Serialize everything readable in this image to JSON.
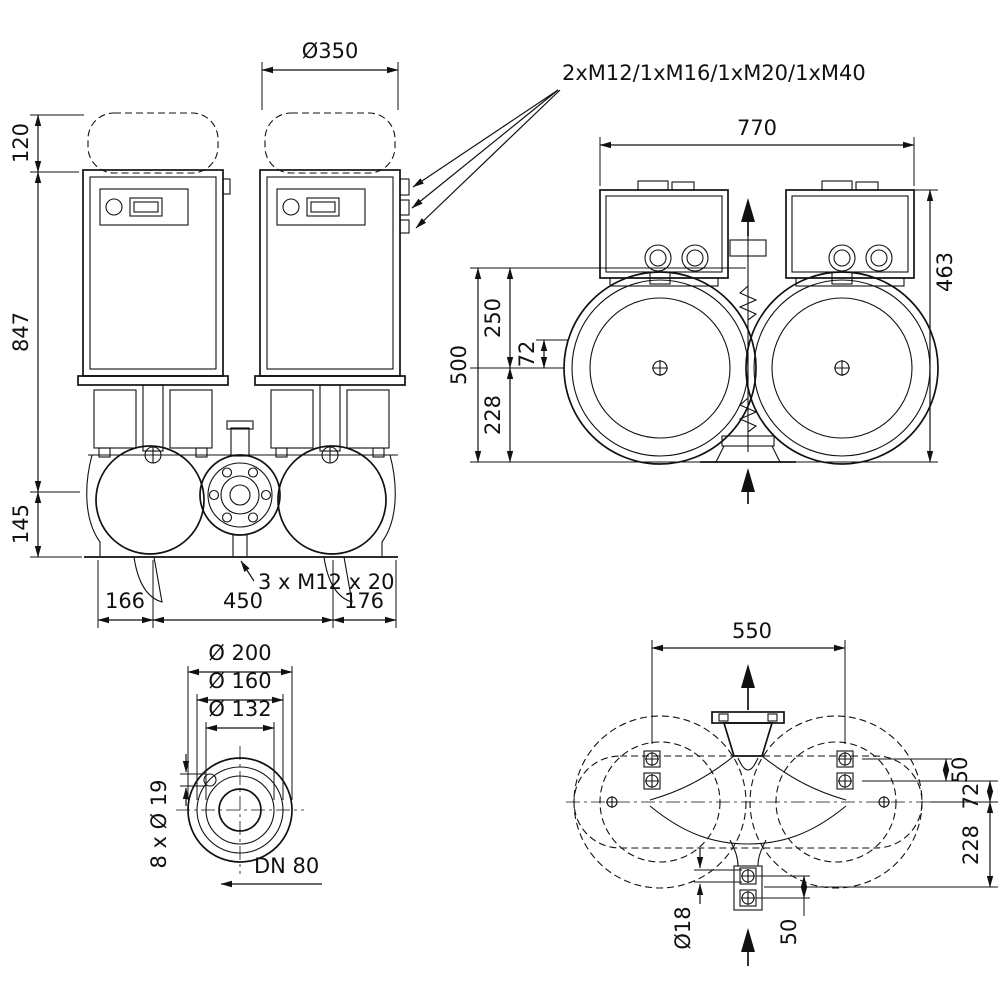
{
  "drawing": {
    "background": "#ffffff",
    "line_color": "#111111"
  },
  "callouts": {
    "cable_glands": "2xM12/1xM16/1xM20/1xM40",
    "impeller_screws": "3 x M12 x 20"
  },
  "front_view": {
    "motor_diameter": "Ø350",
    "module_height": "120",
    "height_above_axis": "847",
    "height_below_axis": "145",
    "offset_left": "166",
    "port_spacing": "450",
    "offset_right": "176"
  },
  "side_view": {
    "overall_width": "770",
    "height_463": "463",
    "height_500": "500",
    "dim_250": "250",
    "dim_72": "72",
    "dim_228": "228"
  },
  "flange_view": {
    "outer_diameter": "Ø 200",
    "bolt_circle_diameter": "Ø 160",
    "raised_face_diameter": "Ø 132",
    "bolt_holes": "8 x Ø 19",
    "nominal_diameter": "DN 80"
  },
  "plan_view": {
    "anchor_span": "550",
    "pair_spacing_side": "50",
    "dim_72": "72",
    "dim_228": "228",
    "anchor_hole_diameter": "Ø18",
    "pair_spacing_bottom": "50"
  }
}
